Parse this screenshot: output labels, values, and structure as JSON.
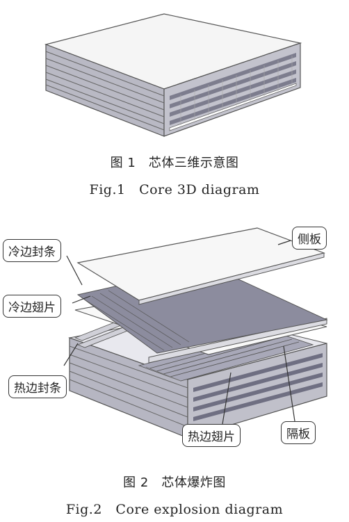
{
  "figure1": {
    "caption_cn": "图 1　芯体三维示意图",
    "caption_en": "Fig.1　Core 3D diagram"
  },
  "figure2": {
    "caption_cn": "图 2　芯体爆炸图",
    "caption_en": "Fig.2　Core explosion diagram",
    "labels": {
      "side_plate": "侧板",
      "cold_seal_bar": "冷边封条",
      "cold_fin": "冷边翅片",
      "hot_seal_bar": "热边封条",
      "hot_fin": "热边翅片",
      "separator": "隔板"
    }
  },
  "colors": {
    "plate_fill": "#f4f4f4",
    "edge": "#555555",
    "stripe_dark": "#8a8a9a",
    "stripe_light": "#c8c8d2",
    "fin": "#9c9cab"
  }
}
